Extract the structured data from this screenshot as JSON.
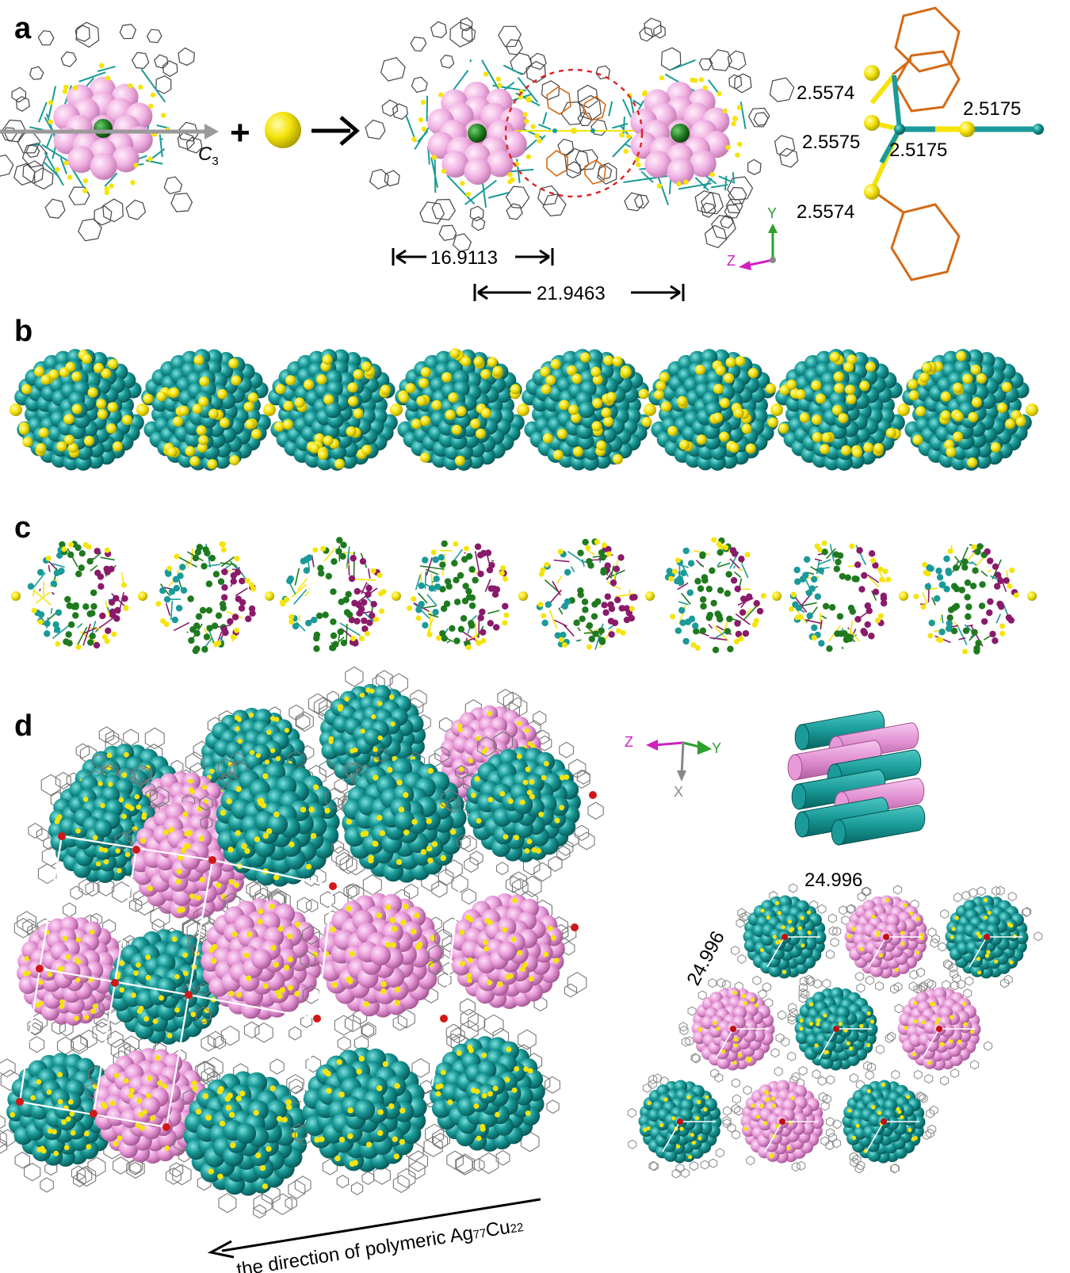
{
  "panels": {
    "a": {
      "label": "a",
      "axis_label_main": "C",
      "axis_label_sub": "3",
      "plus": "+",
      "dist1": "16.9113",
      "dist2": "21.9463",
      "bond_left_top": "2.5574",
      "bond_left_mid": "2.5575",
      "bond_left_bot": "2.5574",
      "bond_right_top": "2.5175",
      "bond_right_mid": "2.5175",
      "axis_y": "Y",
      "axis_z": "Z"
    },
    "b": {
      "label": "b",
      "cluster_count": 8
    },
    "c": {
      "label": "c",
      "cluster_count": 8
    },
    "d": {
      "label": "d",
      "axis_z": "Z",
      "axis_y": "Y",
      "axis_x": "X",
      "lattice_top": "24.996",
      "lattice_side": "24.996",
      "direction_text": "the direction of polymeric Ag",
      "direction_sub1": "77",
      "direction_mid": "Cu",
      "direction_sub2": "22"
    }
  },
  "colors": {
    "teal": "#1a9a98",
    "teal_dark": "#0b6f6d",
    "pink": "#e89ad8",
    "pink_dark": "#b560a8",
    "yellow": "#f5e40a",
    "green": "#1f7a1f",
    "purple": "#8a1a6a",
    "orange": "#d46a16",
    "red_dash": "#e02020"
  }
}
